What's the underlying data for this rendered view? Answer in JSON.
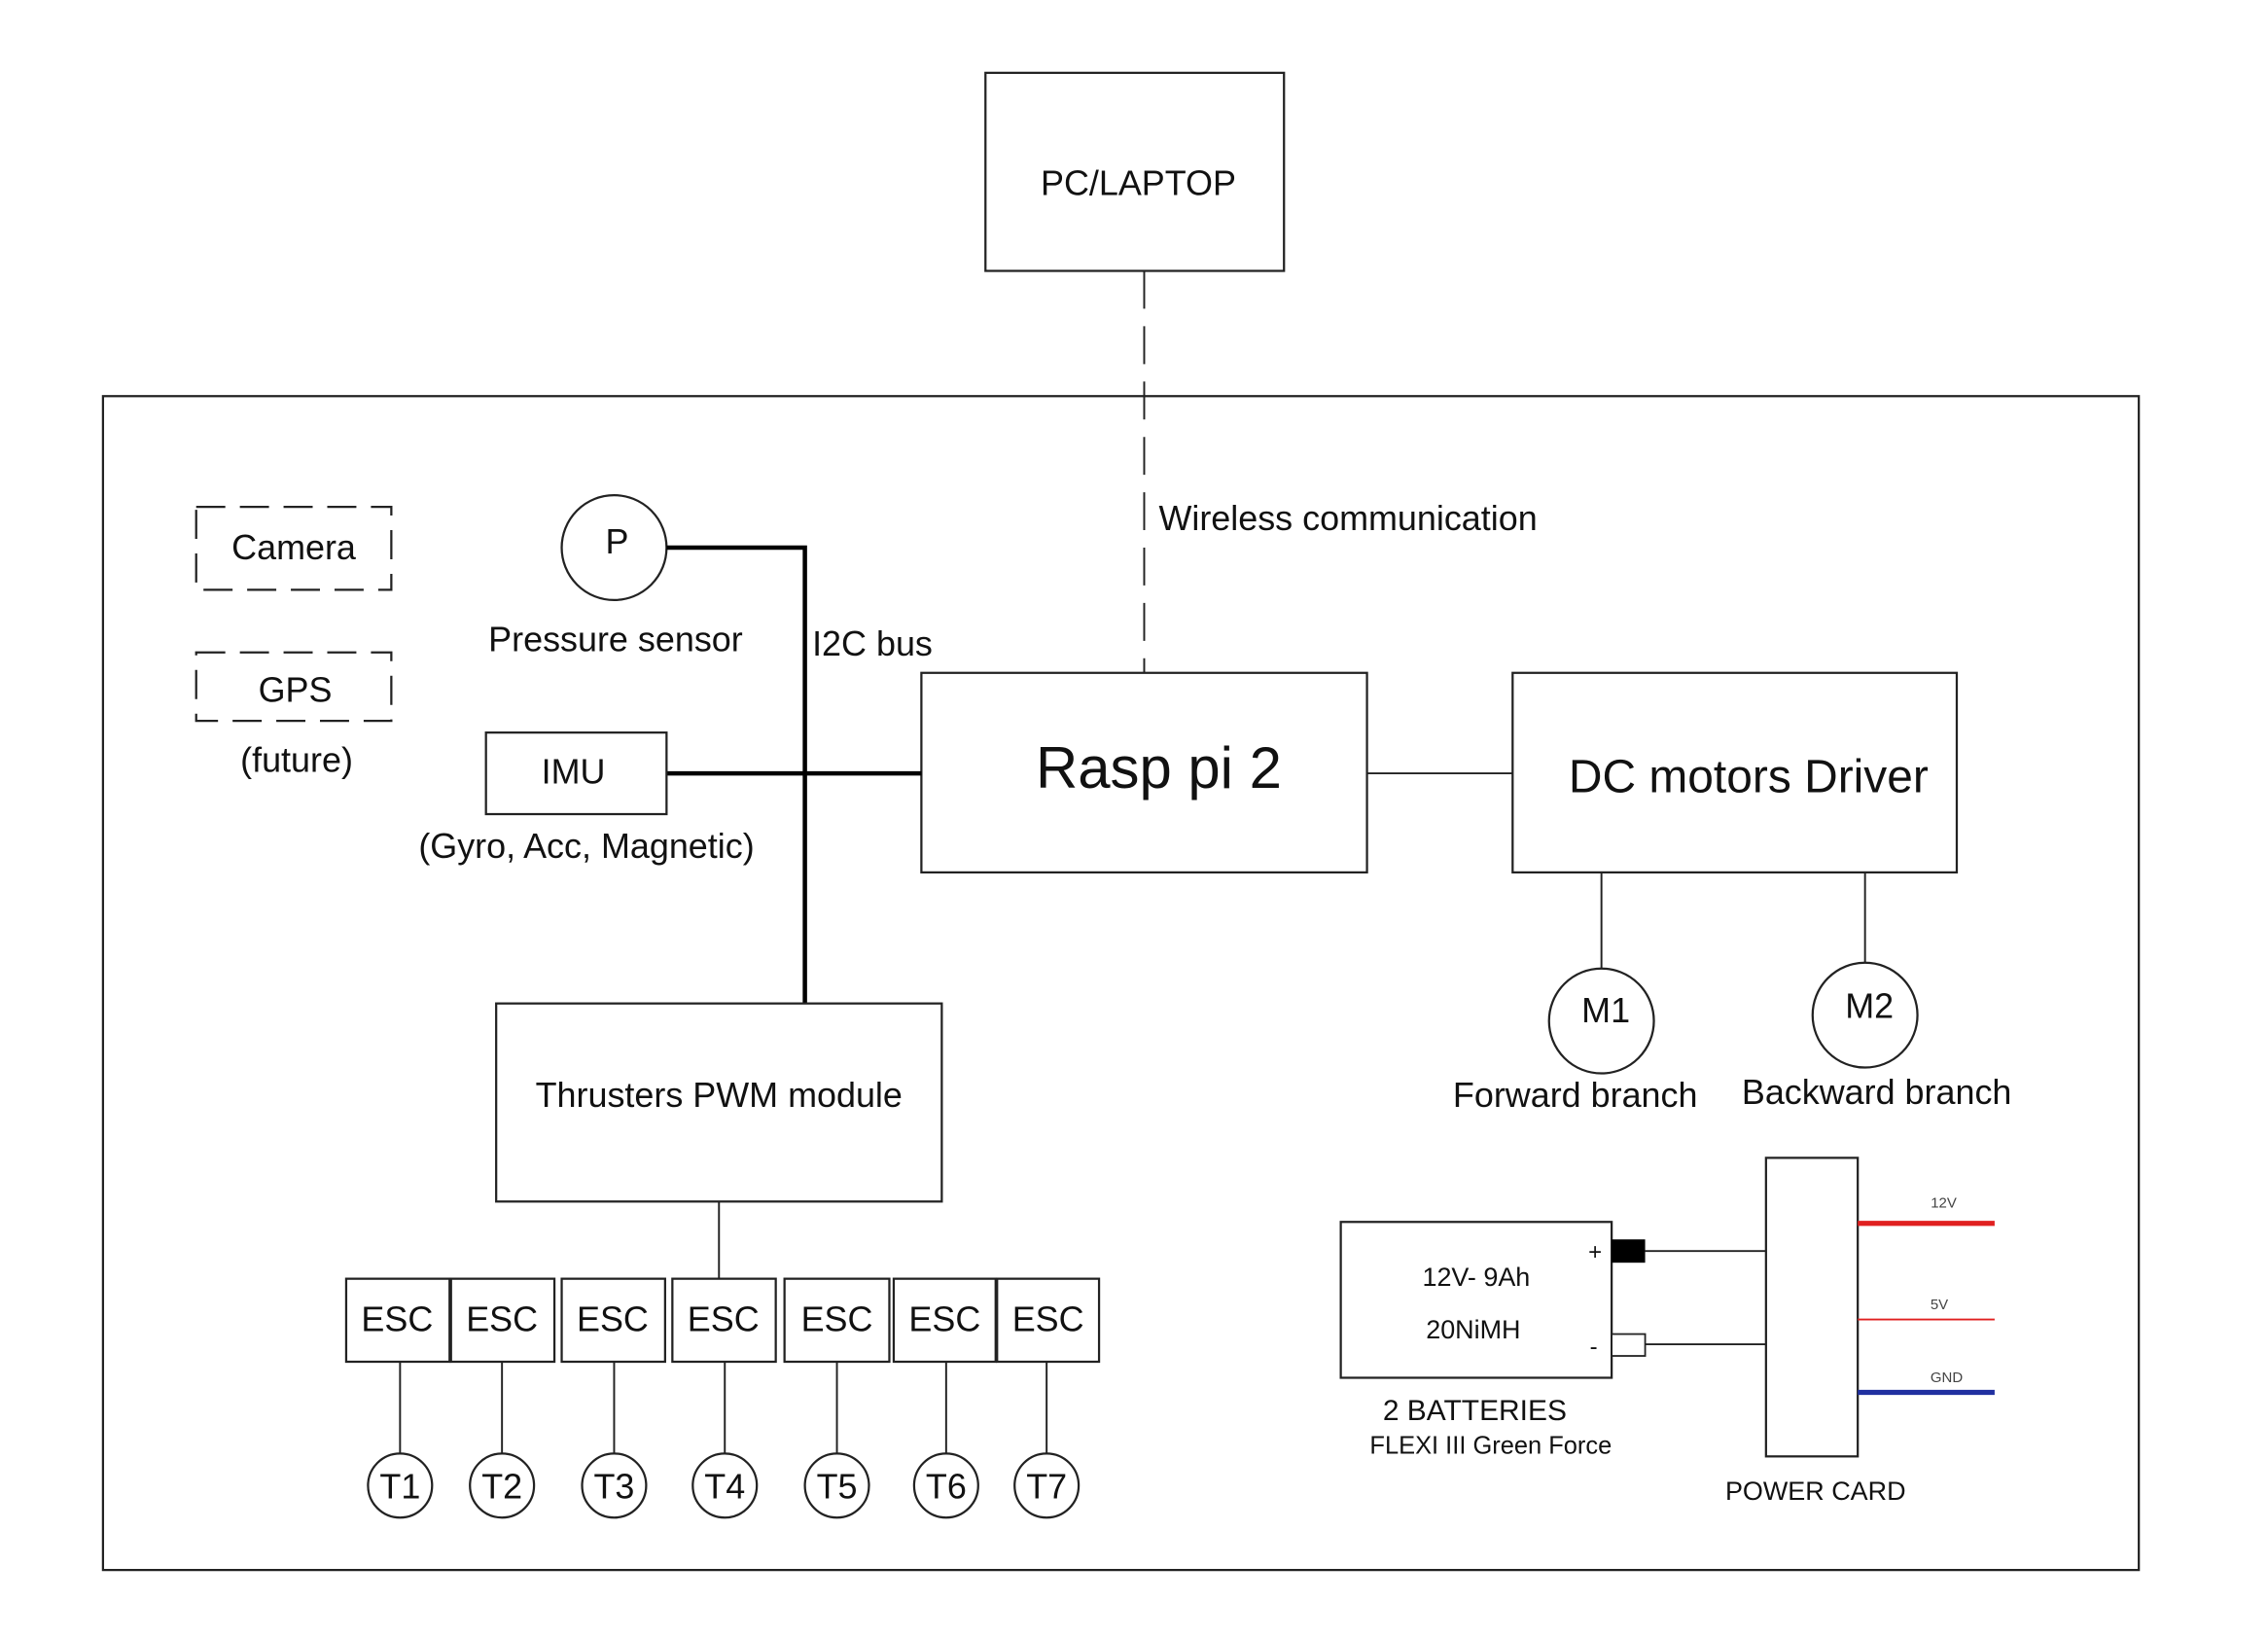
{
  "pc": {
    "label": "PC/LAPTOP"
  },
  "wireless": {
    "label": "Wireless communication"
  },
  "rasp": {
    "label": "Rasp pi 2"
  },
  "dc_driver": {
    "label": "DC motors Driver"
  },
  "camera": {
    "label": "Camera"
  },
  "gps": {
    "label": "GPS",
    "note": "(future)"
  },
  "pressure": {
    "symbol": "P",
    "label": "Pressure sensor"
  },
  "i2c": {
    "label": "I2C bus"
  },
  "imu": {
    "label": "IMU",
    "note": "(Gyro, Acc, Magnetic)"
  },
  "pwm": {
    "label": "Thrusters PWM module"
  },
  "escs": [
    "ESC",
    "ESC",
    "ESC",
    "ESC",
    "ESC",
    "ESC",
    "ESC"
  ],
  "thrusters": [
    "T1",
    "T2",
    "T3",
    "T4",
    "T5",
    "T6",
    "T7"
  ],
  "motors": [
    {
      "symbol": "M1",
      "label": "Forward branch"
    },
    {
      "symbol": "M2",
      "label": "Backward branch"
    }
  ],
  "battery": {
    "spec1": "12V- 9Ah",
    "spec2": "20NiMH",
    "plus": "+",
    "minus": "-",
    "title": "2 BATTERIES",
    "subtitle": "FLEXI III Green Force"
  },
  "power_card": {
    "label": "POWER CARD",
    "outputs": [
      {
        "label": "12V",
        "color": "#e02020"
      },
      {
        "label": "5V",
        "color": "#e02020"
      },
      {
        "label": "GND",
        "color": "#2030a0"
      }
    ]
  }
}
